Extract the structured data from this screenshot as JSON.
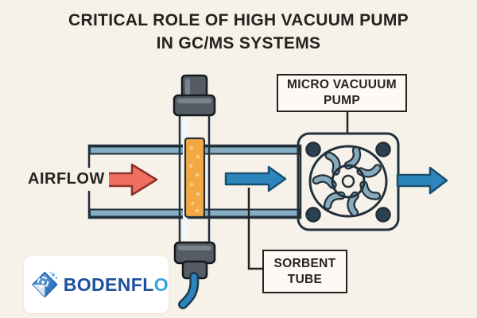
{
  "title": {
    "line1": "CRITICAL ROLE OF HIGH VACUUM PUMP",
    "line2": "IN GC/MS SYSTEMS"
  },
  "labels": {
    "airflow": "AIRFLOW",
    "pump_line1": "MICRO VACUUUM",
    "pump_line2": "PUMP",
    "sorbent_line1": "SORBENT",
    "sorbent_line2": "TUBE"
  },
  "logo": {
    "brand_main": "BODENFL",
    "brand_accent": "O"
  },
  "icons": {
    "pump": "fan-icon",
    "logo": "diamond-fan-logo-icon",
    "flow_left": "red-arrow-right-icon",
    "flow_mid": "blue-arrow-right-icon",
    "flow_exit": "blue-arrow-right-icon"
  },
  "colors": {
    "background": "#f6f1e9",
    "outline": "#21303a",
    "text": "#26221e",
    "duct_fill": "#d5eaf3",
    "duct_band": "#85aec3",
    "glass_fill": "#cde6f2",
    "glass_highlight": "#eef8fc",
    "sorbent_orange": "#f4a843",
    "sorbent_dot": "#f8cd85",
    "cap_gray": "#555c64",
    "cap_highlight": "#79828d",
    "arrow_red": "#f0705f",
    "arrow_red_outline": "#8e3028",
    "arrow_blue": "#2d85bd",
    "arrow_blue_outline": "#19506f",
    "pump_body": "#9db9c9",
    "screw": "#2c4050",
    "fan_housing": "#44616f",
    "fan_blade": "#87abbc",
    "label_box_bg": "#fdfaf5",
    "logo_dark_blue": "#1c4f9d",
    "logo_light_blue": "#38a3da"
  }
}
